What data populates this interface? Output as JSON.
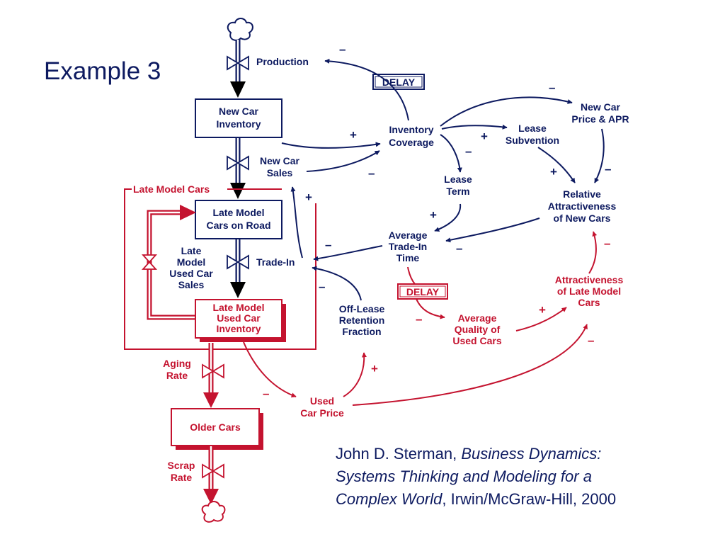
{
  "title": "Example 3",
  "stocks": {
    "new_car_inventory": [
      "New Car",
      "Inventory"
    ],
    "late_model_cars_on_road": [
      "Late Model",
      "Cars on Road"
    ],
    "late_model_used_car_inventory": [
      "Late Model",
      "Used Car",
      "Inventory"
    ],
    "older_cars": [
      "Older Cars"
    ]
  },
  "flows": {
    "production": [
      "Production"
    ],
    "new_car_sales": [
      "New Car",
      "Sales"
    ],
    "trade_in": [
      "Trade-In"
    ],
    "late_model_used_car_sales": [
      "Late",
      "Model",
      "Used Car",
      "Sales"
    ],
    "aging_rate": [
      "Aging",
      "Rate"
    ],
    "scrap_rate": [
      "Scrap",
      "Rate"
    ]
  },
  "variables": {
    "inventory_coverage": [
      "Inventory",
      "Coverage"
    ],
    "new_car_price_apr": [
      "New Car",
      "Price & APR"
    ],
    "lease_subvention": [
      "Lease",
      "Subvention"
    ],
    "lease_term": [
      "Lease",
      "Term"
    ],
    "relative_attractiveness": [
      "Relative",
      "Attractiveness",
      "of New Cars"
    ],
    "average_trade_in_time": [
      "Average",
      "Trade-In",
      "Time"
    ],
    "off_lease_retention": [
      "Off-Lease",
      "Retention",
      "Fraction"
    ],
    "average_quality_used": [
      "Average",
      "Quality of",
      "Used Cars"
    ],
    "attractiveness_late_model": [
      "Attractiveness",
      "of Late Model",
      "Cars"
    ],
    "used_car_price": [
      "Used",
      "Car Price"
    ]
  },
  "group_label": "Late Model Cars",
  "delay_label": "DELAY",
  "signs": {
    "plus": "+",
    "minus": "–"
  },
  "citation": {
    "line1_author": "John D. Sterman, ",
    "line1_title": "Business Dynamics:",
    "line2": "Systems Thinking and Modeling for a",
    "line3_title": "Complex World",
    "line3_rest": ", Irwin/McGraw-Hill, 2000"
  },
  "colors": {
    "navy": "#0d1a60",
    "red": "#c4132f"
  }
}
